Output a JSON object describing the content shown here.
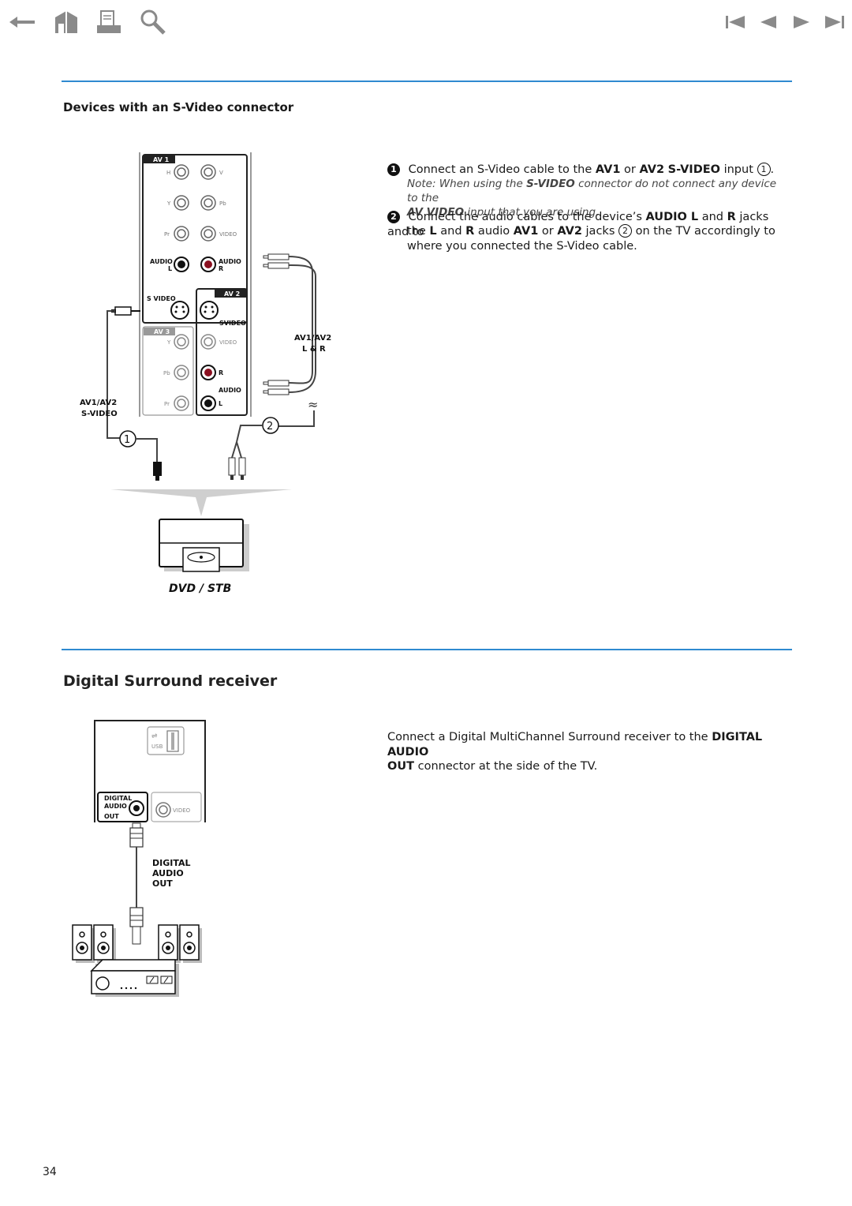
{
  "nav": {
    "icons": [
      "back-arrow-icon",
      "home-icon",
      "print-icon",
      "search-icon",
      "first-page-icon",
      "previous-page-icon",
      "next-page-icon",
      "last-page-icon"
    ]
  },
  "section1": {
    "heading": "Devices with an S-Video connector",
    "diagram": {
      "av1_label": "AV 1",
      "av2_label": "AV 2",
      "av3_label": "AV 3",
      "jacks": {
        "h": "H",
        "v": "V",
        "y": "Y",
        "pb": "Pb",
        "pr": "Pr",
        "video": "VIDEO",
        "audio": "AUDIO",
        "l": "L",
        "r": "R",
        "svideo_left": "S VIDEO",
        "svideo_av2": "SVIDEO"
      },
      "cable_label_right_1": "AV1/AV2",
      "cable_label_right_2": "L & R",
      "cable_label_left_1": "AV1/AV2",
      "cable_label_left_2": "S-VIDEO",
      "callout_1": "1",
      "callout_2": "2",
      "device_label": "DVD / STB"
    },
    "step1": {
      "badge": "1",
      "t1": "Connect an S-Video cable to the ",
      "b1": "AV1",
      "t2": " or ",
      "b2": "AV2",
      "t3": " ",
      "b3": "S-VIDEO",
      "t4": " input ",
      "circ": "1",
      "t5": ".",
      "note_t1": "Note: When using the ",
      "note_b1": "S-VIDEO",
      "note_t2": " connector do not connect any device to the",
      "note_b2": "AV VIDEO",
      "note_t3": " input that you are using."
    },
    "step2": {
      "badge": "2",
      "t1": "Connect the audio cables to the device’s ",
      "b1": "AUDIO L",
      "t2": " and ",
      "b2": "R",
      "t3": " jacks and to",
      "t4": "the ",
      "b3": "L",
      "t5": " and ",
      "b4": "R",
      "t6": " audio ",
      "b5": "AV1",
      "t7": " or ",
      "b6": "AV2",
      "t8": " jacks ",
      "circ": "2",
      "t9": " on the TV accordingly to",
      "t10": "where you connected the S-Video cable."
    }
  },
  "section2": {
    "heading": "Digital Surround receiver",
    "diagram": {
      "usb": "USB",
      "digital_jack_1": "DIGITAL",
      "digital_jack_2": "AUDIO",
      "digital_jack_3": "OUT",
      "video": "VIDEO",
      "cable_label_1": "DIGITAL",
      "cable_label_2": "AUDIO",
      "cable_label_3": "OUT"
    },
    "para": {
      "t1": "Connect a Digital MultiChannel Surround receiver to the ",
      "b1": "DIGITAL AUDIO",
      "b2": "OUT",
      "t2": " connector at the side of the TV."
    }
  },
  "page_number": "34"
}
